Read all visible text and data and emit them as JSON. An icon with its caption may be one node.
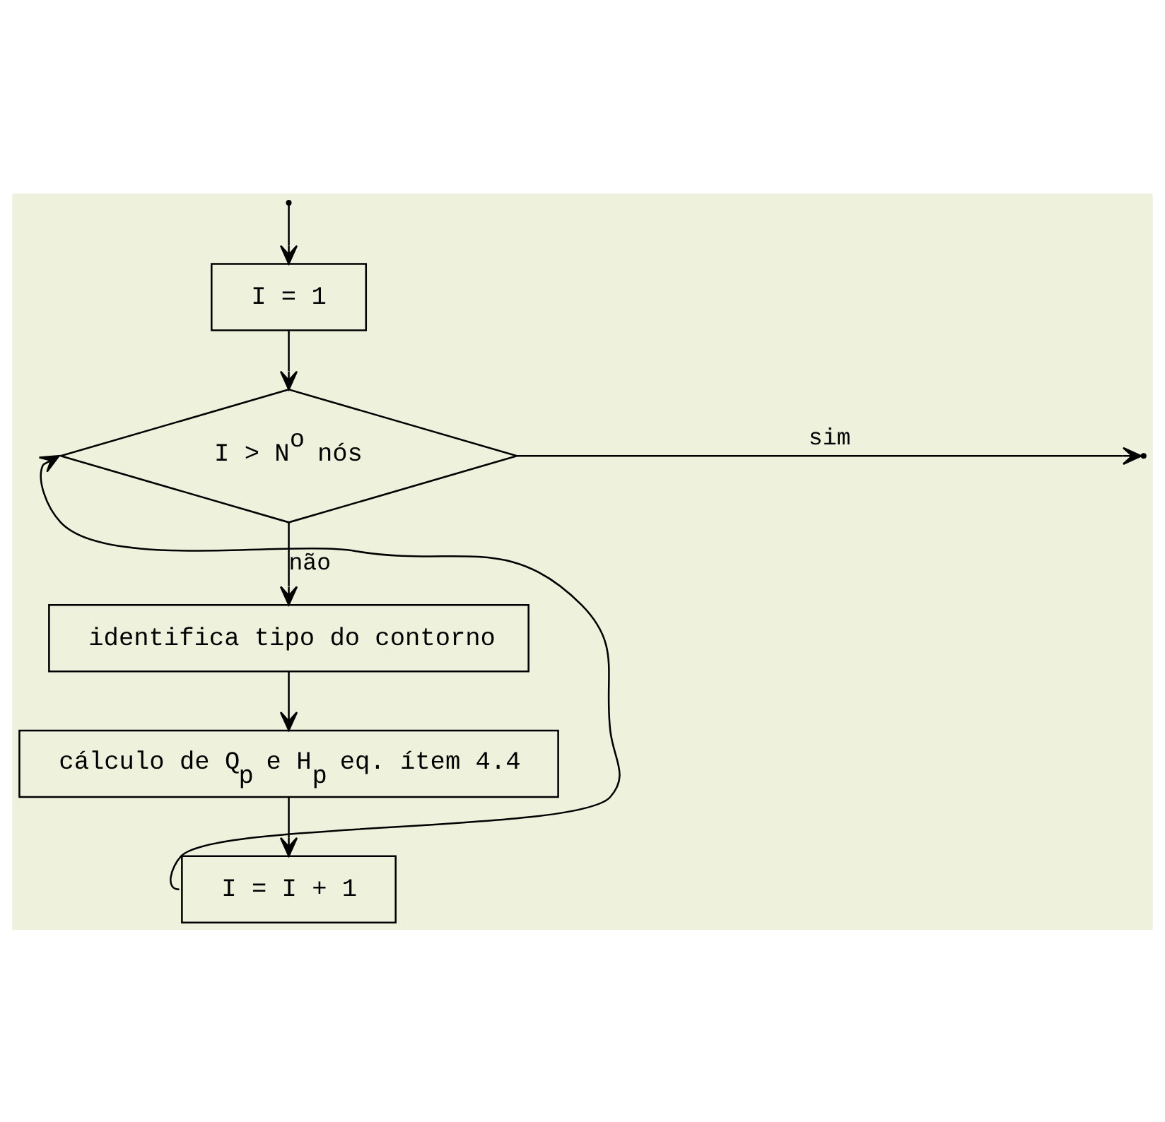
{
  "diagram": {
    "nodes": [
      {
        "text": [
          "I = 1"
        ]
      },
      {
        "text": [
          "I > N$^{o}$ nós"
        ]
      },
      {
        "text": [
          "identifica tipo do contorno"
        ]
      },
      {
        "text": [
          "cálculo de Q$_{p}$ e H$_{p}$ eq. ítem 4.4"
        ]
      },
      {
        "text": [
          "I = I + 1"
        ]
      }
    ],
    "edges": [
      {
        "from": null,
        "to": 0,
        "arrow": "to"
      },
      {
        "from": 0,
        "to": 1,
        "arrow": "to"
      },
      {
        "from": 1,
        "to": 2,
        "arrow": "to",
        "label": "não"
      },
      {
        "from": 2,
        "to": 3,
        "arrow": "to"
      },
      {
        "from": 3,
        "to": 4,
        "arrow": "to"
      },
      {
        "from": 4,
        "to": 1,
        "arrow": "to"
      },
      {
        "from": 1,
        "to": null,
        "arrow": "to",
        "label": "sim"
      }
    ]
  }
}
